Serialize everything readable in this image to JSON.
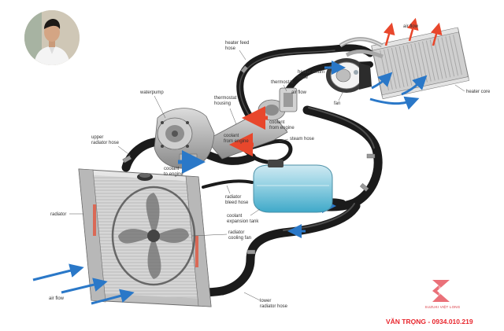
{
  "labels": {
    "heater_feed_hose": [
      "heater feed",
      "hose"
    ],
    "air_flow_top": "air flow",
    "heater_return_hose": [
      "heater return",
      "hose"
    ],
    "thermostat": "thermostat",
    "air_flow_mid": "air flow",
    "fan": "fan",
    "heater_core": "heater core",
    "water_pump": "waterpump",
    "thermostat_housing": [
      "thermostat",
      "housing"
    ],
    "coolant_from_engine_1": [
      "coolant",
      "from engine"
    ],
    "coolant_from_engine_2": [
      "coolant",
      "from engine"
    ],
    "steam_hose": "steam hose",
    "upper_radiator_hose": [
      "upper",
      "radiator hose"
    ],
    "coolant_to_engine": [
      "coolant",
      "to engine"
    ],
    "radiator": "radiator",
    "radiator_bleed_hose": [
      "radiator",
      "bleed hose"
    ],
    "coolant_expansion_tank": [
      "coolant",
      "expansion tank"
    ],
    "radiator_cooling_fan": [
      "radiator",
      "cooling fan"
    ],
    "air_flow_bottom": "air flow",
    "lower_radiator_hose": [
      "lower",
      "radiator hose"
    ]
  },
  "branding": {
    "name": "SUZUKI VIỆT LONG",
    "contact": "VĂN TRỌNG - 0934.010.219"
  },
  "colors": {
    "hose": "#1b1b1b",
    "hot_arrow": "#e8472c",
    "cool_arrow": "#2a78c8",
    "coolant_fluid": "#6cc4dc",
    "brand_red": "#e8262d"
  }
}
